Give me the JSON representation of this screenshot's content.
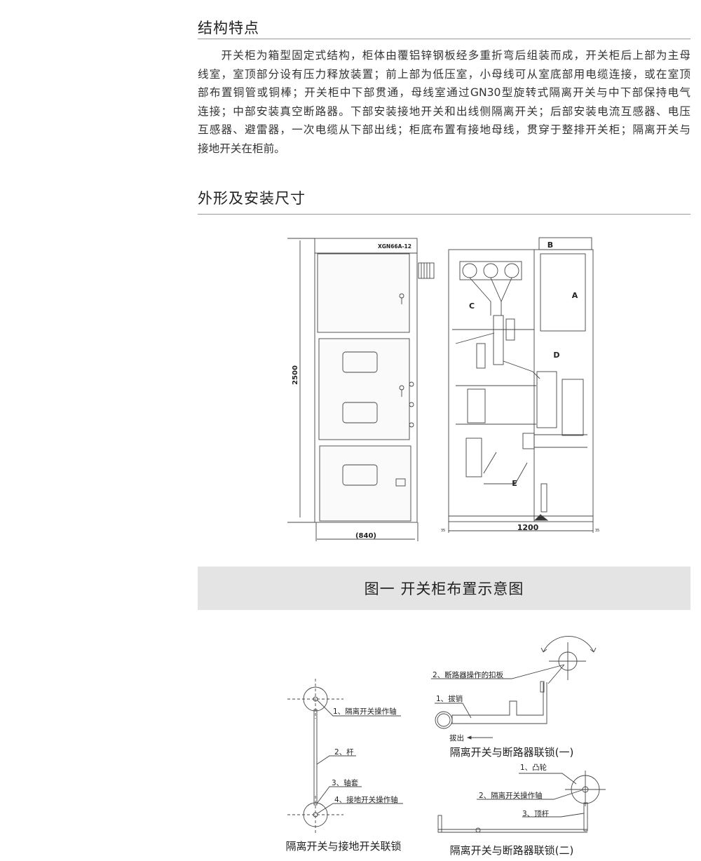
{
  "section1": {
    "title": "结构特点",
    "lines": [
      "　　开关柜为箱型固定式结构，柜体由覆铝锌钢板经多重折弯后组装而成，开关柜后上部为主母",
      "线室，室顶部分设有压力释放装置；前上部为低压室，小母线可从室底部用电缆连接，或在室顶",
      "部布置铜管或铜棒；开关柜中下部贯通，母线室通过GN30型旋转式隔离开关与中下部保持电气",
      "连接；中部安装真空断路器。下部安装接地开关和出线侧隔离开关；后部安装电流互感器、电压",
      "互感器、避雷器，一次电缆从下部出线；柜底布置有接地母线，贯穿于整排开关柜；隔离开关与",
      "接地开关在柜前。"
    ]
  },
  "section2": {
    "title": "外形及安装尺寸",
    "drawing": {
      "model": "XGN66A-12",
      "height_dim": "2500",
      "depth_dim": "(840)",
      "width_dim": "1200",
      "side_dim_left": "35",
      "side_dim_right": "35",
      "zones": [
        "A",
        "B",
        "C",
        "D",
        "E"
      ]
    },
    "figure_caption": "图一  开关柜布置示意图"
  },
  "interlocks": {
    "left": {
      "labels": [
        "1、隔离开关操作轴",
        "2、杆",
        "3、轴套",
        "4、接地开关操作轴"
      ],
      "caption": "隔离开关与接地开关联锁"
    },
    "right1": {
      "labels": [
        "2、断路器操作的扣板",
        "1、拔销"
      ],
      "pull_label": "拔出",
      "caption": "隔离开关与断路器联锁(一)"
    },
    "right2": {
      "labels": [
        "1、凸轮",
        "2、隔离开关操作轴",
        "3、顶杆"
      ],
      "caption": "隔离开关与断路器联锁(二)"
    }
  }
}
